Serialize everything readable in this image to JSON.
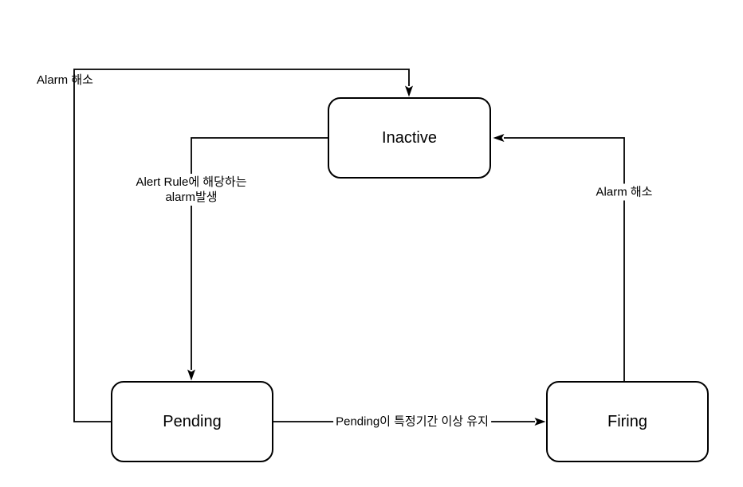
{
  "diagram": {
    "type": "state-diagram",
    "background_color": "#ffffff",
    "line_color": "#000000",
    "node_fill_color": "#ffffff",
    "node_border_color": "#000000",
    "text_color": "#000000",
    "nodes": {
      "inactive": {
        "label": "Inactive"
      },
      "pending": {
        "label": "Pending"
      },
      "firing": {
        "label": "Firing"
      }
    },
    "edges": {
      "pending_to_inactive": {
        "label": "Alarm 해소"
      },
      "inactive_to_pending": {
        "label": "Alert Rule에 해당하는\nalarm발생"
      },
      "pending_to_firing": {
        "label": "Pending이 특정기간 이상 유지"
      },
      "firing_to_inactive": {
        "label": "Alarm 해소"
      }
    }
  }
}
